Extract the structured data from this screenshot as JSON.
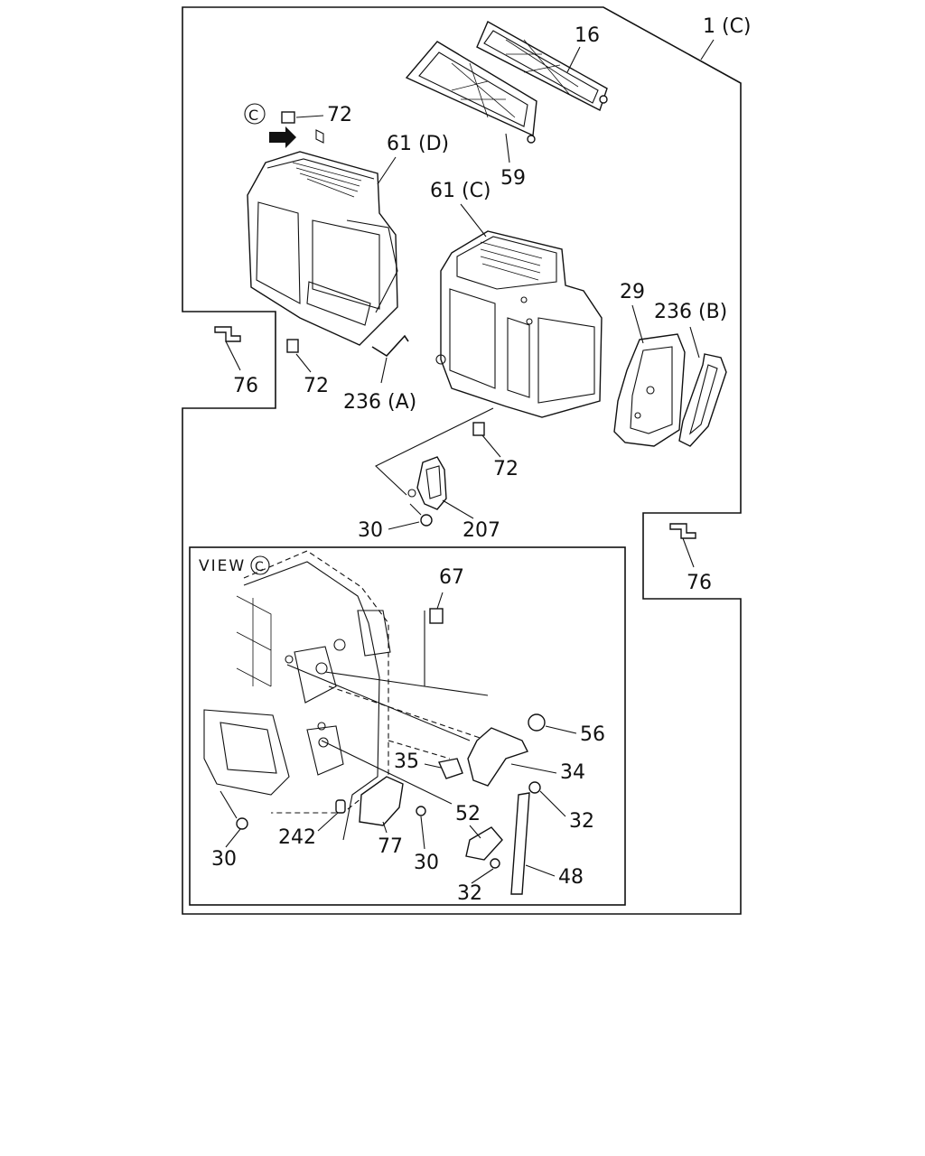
{
  "assembly_label": "1 (C)",
  "view_title": "VIEW",
  "view_marker": "C",
  "callouts": {
    "p16": "16",
    "p59": "59",
    "p72_top": "72",
    "p61d": "61 (D)",
    "p61c": "61 (C)",
    "p29": "29",
    "p236b": "236 (B)",
    "p76_left": "76",
    "p72_left": "72",
    "p236a": "236 (A)",
    "p72_mid": "72",
    "p30_top": "30",
    "p207": "207",
    "p76_right": "76",
    "p67": "67",
    "p56": "56",
    "p35": "35",
    "p34": "34",
    "p32_right": "32",
    "p52": "52",
    "p30_left": "30",
    "p242": "242",
    "p77": "77",
    "p30_mid": "30",
    "p48": "48",
    "p32_bottom": "32"
  }
}
